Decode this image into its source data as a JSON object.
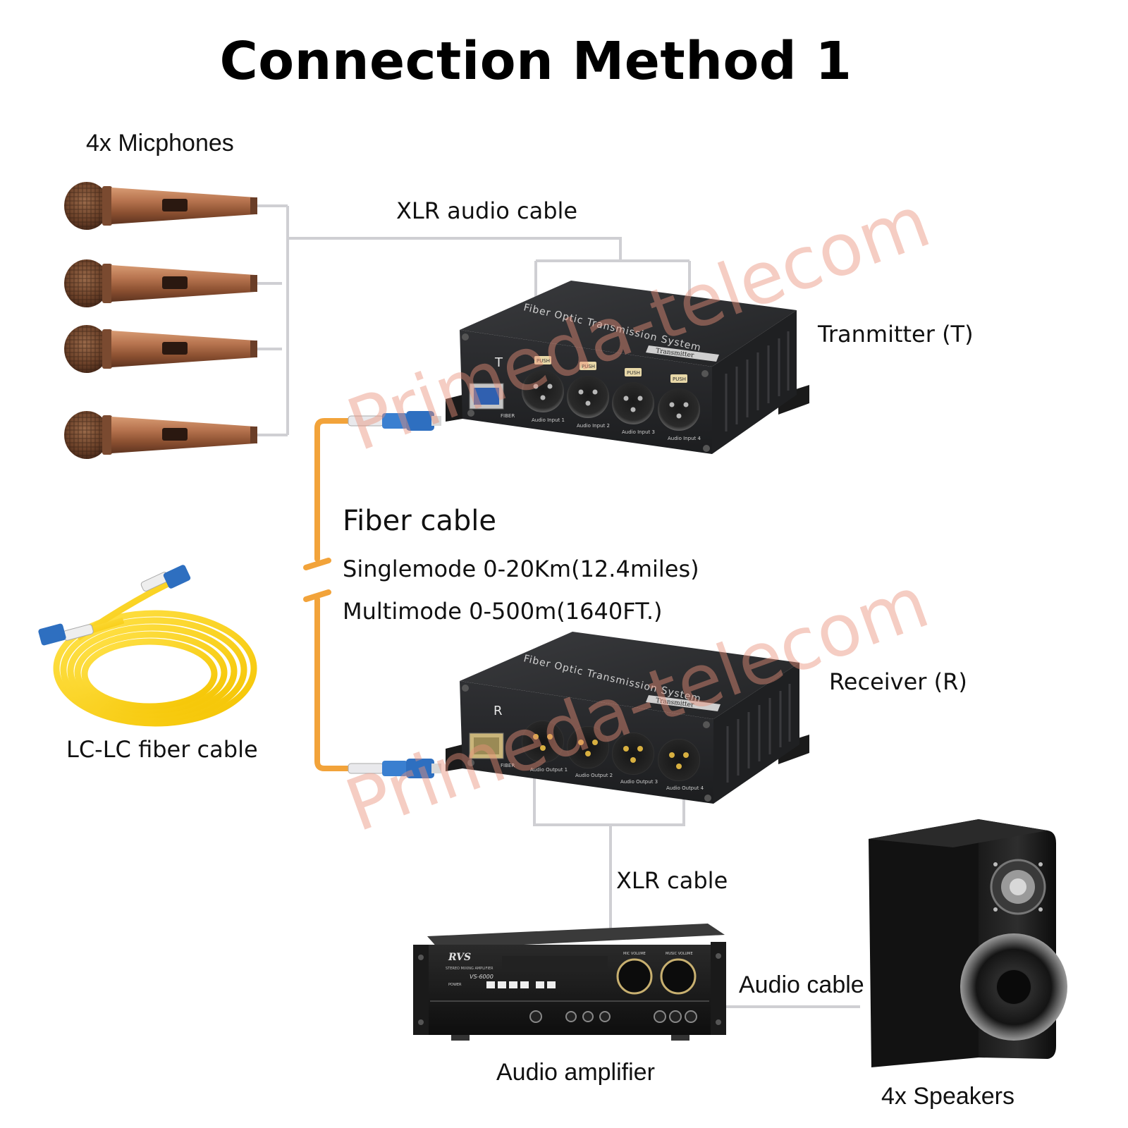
{
  "title": "Connection Method 1",
  "labels": {
    "microphones": "4x Micphones",
    "xlr_audio_cable": "XLR audio cable",
    "transmitter": "Tranmitter (T)",
    "fiber_cable": "Fiber cable",
    "singlemode": "Singlemode 0-20Km(12.4miles)",
    "multimode": "Multimode 0-500m(1640FT.)",
    "lc_lc_cable": "LC-LC fiber cable",
    "receiver": "Receiver (R)",
    "xlr_cable": "XLR cable",
    "audio_cable": "Audio cable",
    "audio_amplifier": "Audio amplifier",
    "speakers": "4x Speakers"
  },
  "transmitter": {
    "top_text": "Fiber Optic Transmission System",
    "badge": "Transmitter",
    "letter": "T",
    "port_labels": [
      "Audio Input 1",
      "Audio Input 2",
      "Audio Input 3",
      "Audio Input 4"
    ],
    "push": "PUSH",
    "fiber": "FIBER"
  },
  "receiver": {
    "top_text": "Fiber Optic Transmission System",
    "badge": "Transmitter",
    "letter": "R",
    "port_labels": [
      "Audio Output 1",
      "Audio Output 2",
      "Audio Output 3",
      "Audio Output 4"
    ],
    "fiber": "FIBER"
  },
  "amplifier": {
    "brand": "RVS",
    "subtitle": "STEREO MIXING AMPLIFIER",
    "model": "VS-6000",
    "knob_labels": [
      "MIC VOLUME",
      "MUSIC VOLUME"
    ],
    "power": "POWER"
  },
  "watermark": "Primeda-telecom",
  "colors": {
    "watermark": "#e8907a",
    "fiber_orange": "#f0a030",
    "cable_gray": "#c8c8cc",
    "device_body": "#2b2c2e",
    "mic_copper": "#a86a45"
  }
}
